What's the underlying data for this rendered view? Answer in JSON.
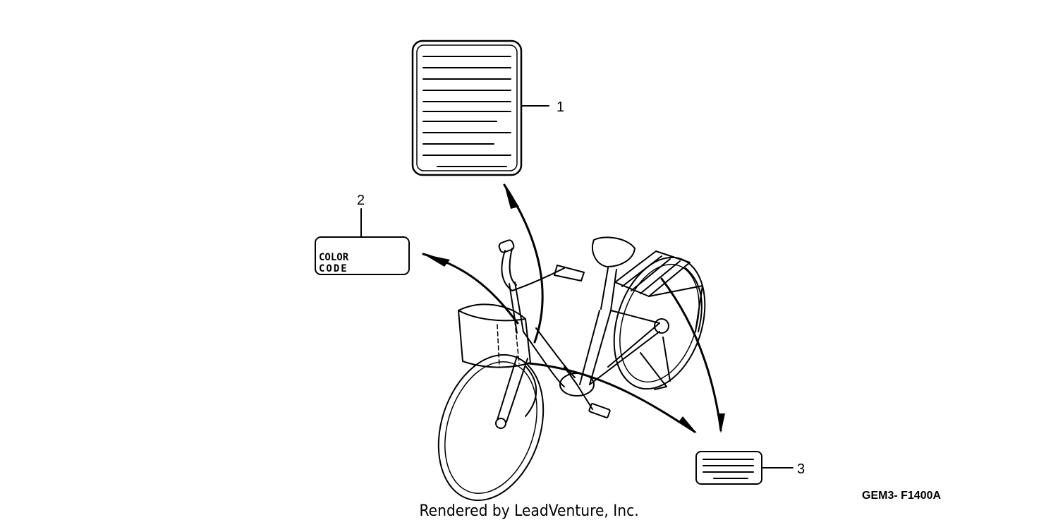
{
  "callouts": {
    "label_1": "1",
    "label_2": "2",
    "label_3": "3"
  },
  "color_code_label": {
    "line1": "COLOR",
    "line2": "CODE"
  },
  "diagram_code": "GEM3- F1400A",
  "footer": {
    "credit": "Rendered by LeadVenture, Inc."
  }
}
